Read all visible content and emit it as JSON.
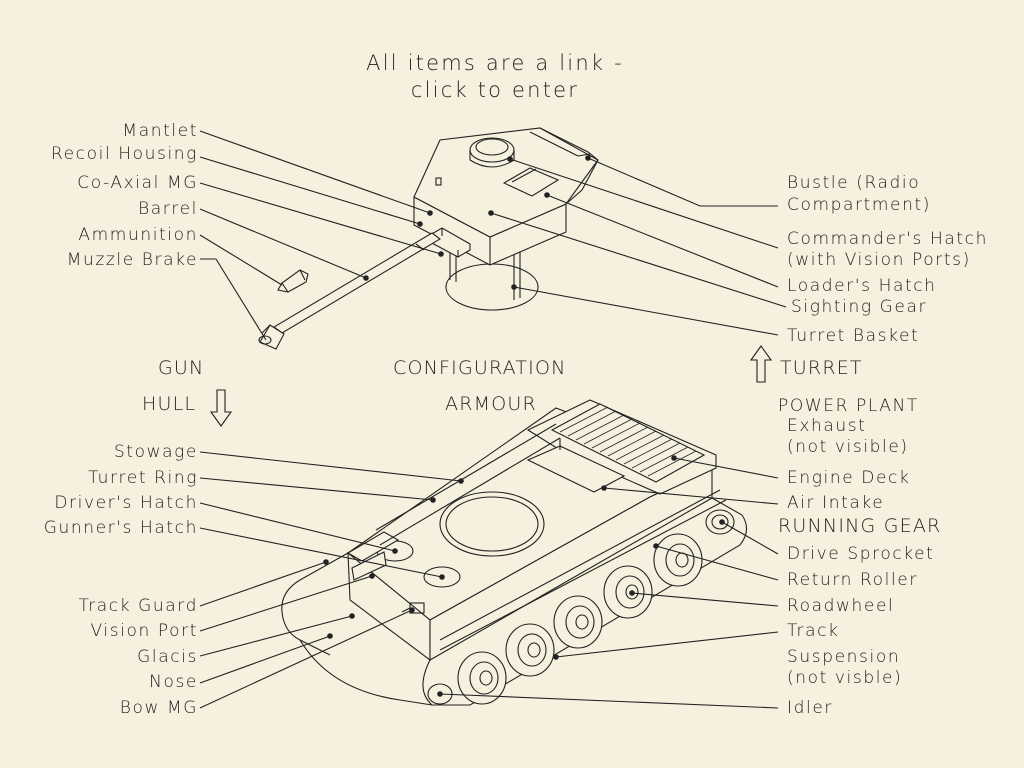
{
  "header": {
    "line1": "All items are a link -",
    "line2": "click to enter"
  },
  "sections": {
    "gun": "GUN",
    "hull": "HULL",
    "configuration": "CONFIGURATION",
    "armour": "ARMOUR",
    "turret": "TURRET",
    "power_plant": "POWER PLANT",
    "running_gear": "RUNNING GEAR"
  },
  "turret_labels": {
    "mantlet": "Mantlet",
    "recoil_housing": "Recoil Housing",
    "co_axial_mg": "Co-Axial MG",
    "barrel": "Barrel",
    "ammunition": "Ammunition",
    "muzzle_brake": "Muzzle Brake",
    "bustle_1": "Bustle (Radio",
    "bustle_2": "Compartment)",
    "commanders_hatch_1": "Commander's Hatch",
    "commanders_hatch_2": "(with Vision Ports)",
    "loaders_hatch": "Loader's Hatch",
    "sighting_gear": "Sighting Gear",
    "turret_basket": "Turret Basket"
  },
  "hull_labels": {
    "stowage": "Stowage",
    "turret_ring": "Turret Ring",
    "drivers_hatch": "Driver's Hatch",
    "gunners_hatch": "Gunner's Hatch",
    "track_guard": "Track Guard",
    "vision_port": "Vision Port",
    "glacis": "Glacis",
    "nose": "Nose",
    "bow_mg": "Bow MG"
  },
  "power_plant_labels": {
    "exhaust_1": "Exhaust",
    "exhaust_2": "(not visible)",
    "engine_deck": "Engine Deck",
    "air_intake": "Air Intake"
  },
  "running_gear_labels": {
    "drive_sprocket": "Drive Sprocket",
    "return_roller": "Return Roller",
    "roadwheel": "Roadwheel",
    "track": "Track",
    "suspension_1": "Suspension",
    "suspension_2": "(not visble)",
    "idler": "Idler"
  }
}
